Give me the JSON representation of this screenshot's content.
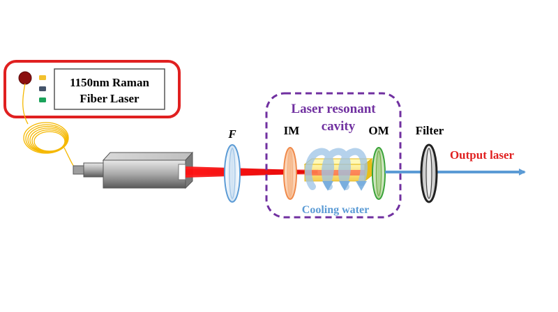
{
  "laser_source": {
    "line1": "1150nm Raman",
    "line2": "Fiber Laser",
    "led_colors": [
      "#f2c12e",
      "#44546a",
      "#1aa35a"
    ],
    "button_color": "#8b1010",
    "frame_color": "#e02020"
  },
  "labels": {
    "F": "F",
    "IM": "IM",
    "OM": "OM",
    "Filter": "Filter",
    "output": "Output laser",
    "cavity_line1": "Laser resonant",
    "cavity_line2": "cavity",
    "cooling": "Cooling water"
  },
  "colors": {
    "cavity_border": "#7030a0",
    "cavity_text": "#7030a0",
    "output_text": "#e02020",
    "cooling_text": "#5b9bd5",
    "beam_red": "#ee1111",
    "beam_blue": "#5b9bd5",
    "fiber": "#f5b800",
    "lens_F": "#5b9bd5",
    "mirror_IM": "#f08a4b",
    "mirror_OM": "#3aa33a",
    "filter": "#222222"
  }
}
